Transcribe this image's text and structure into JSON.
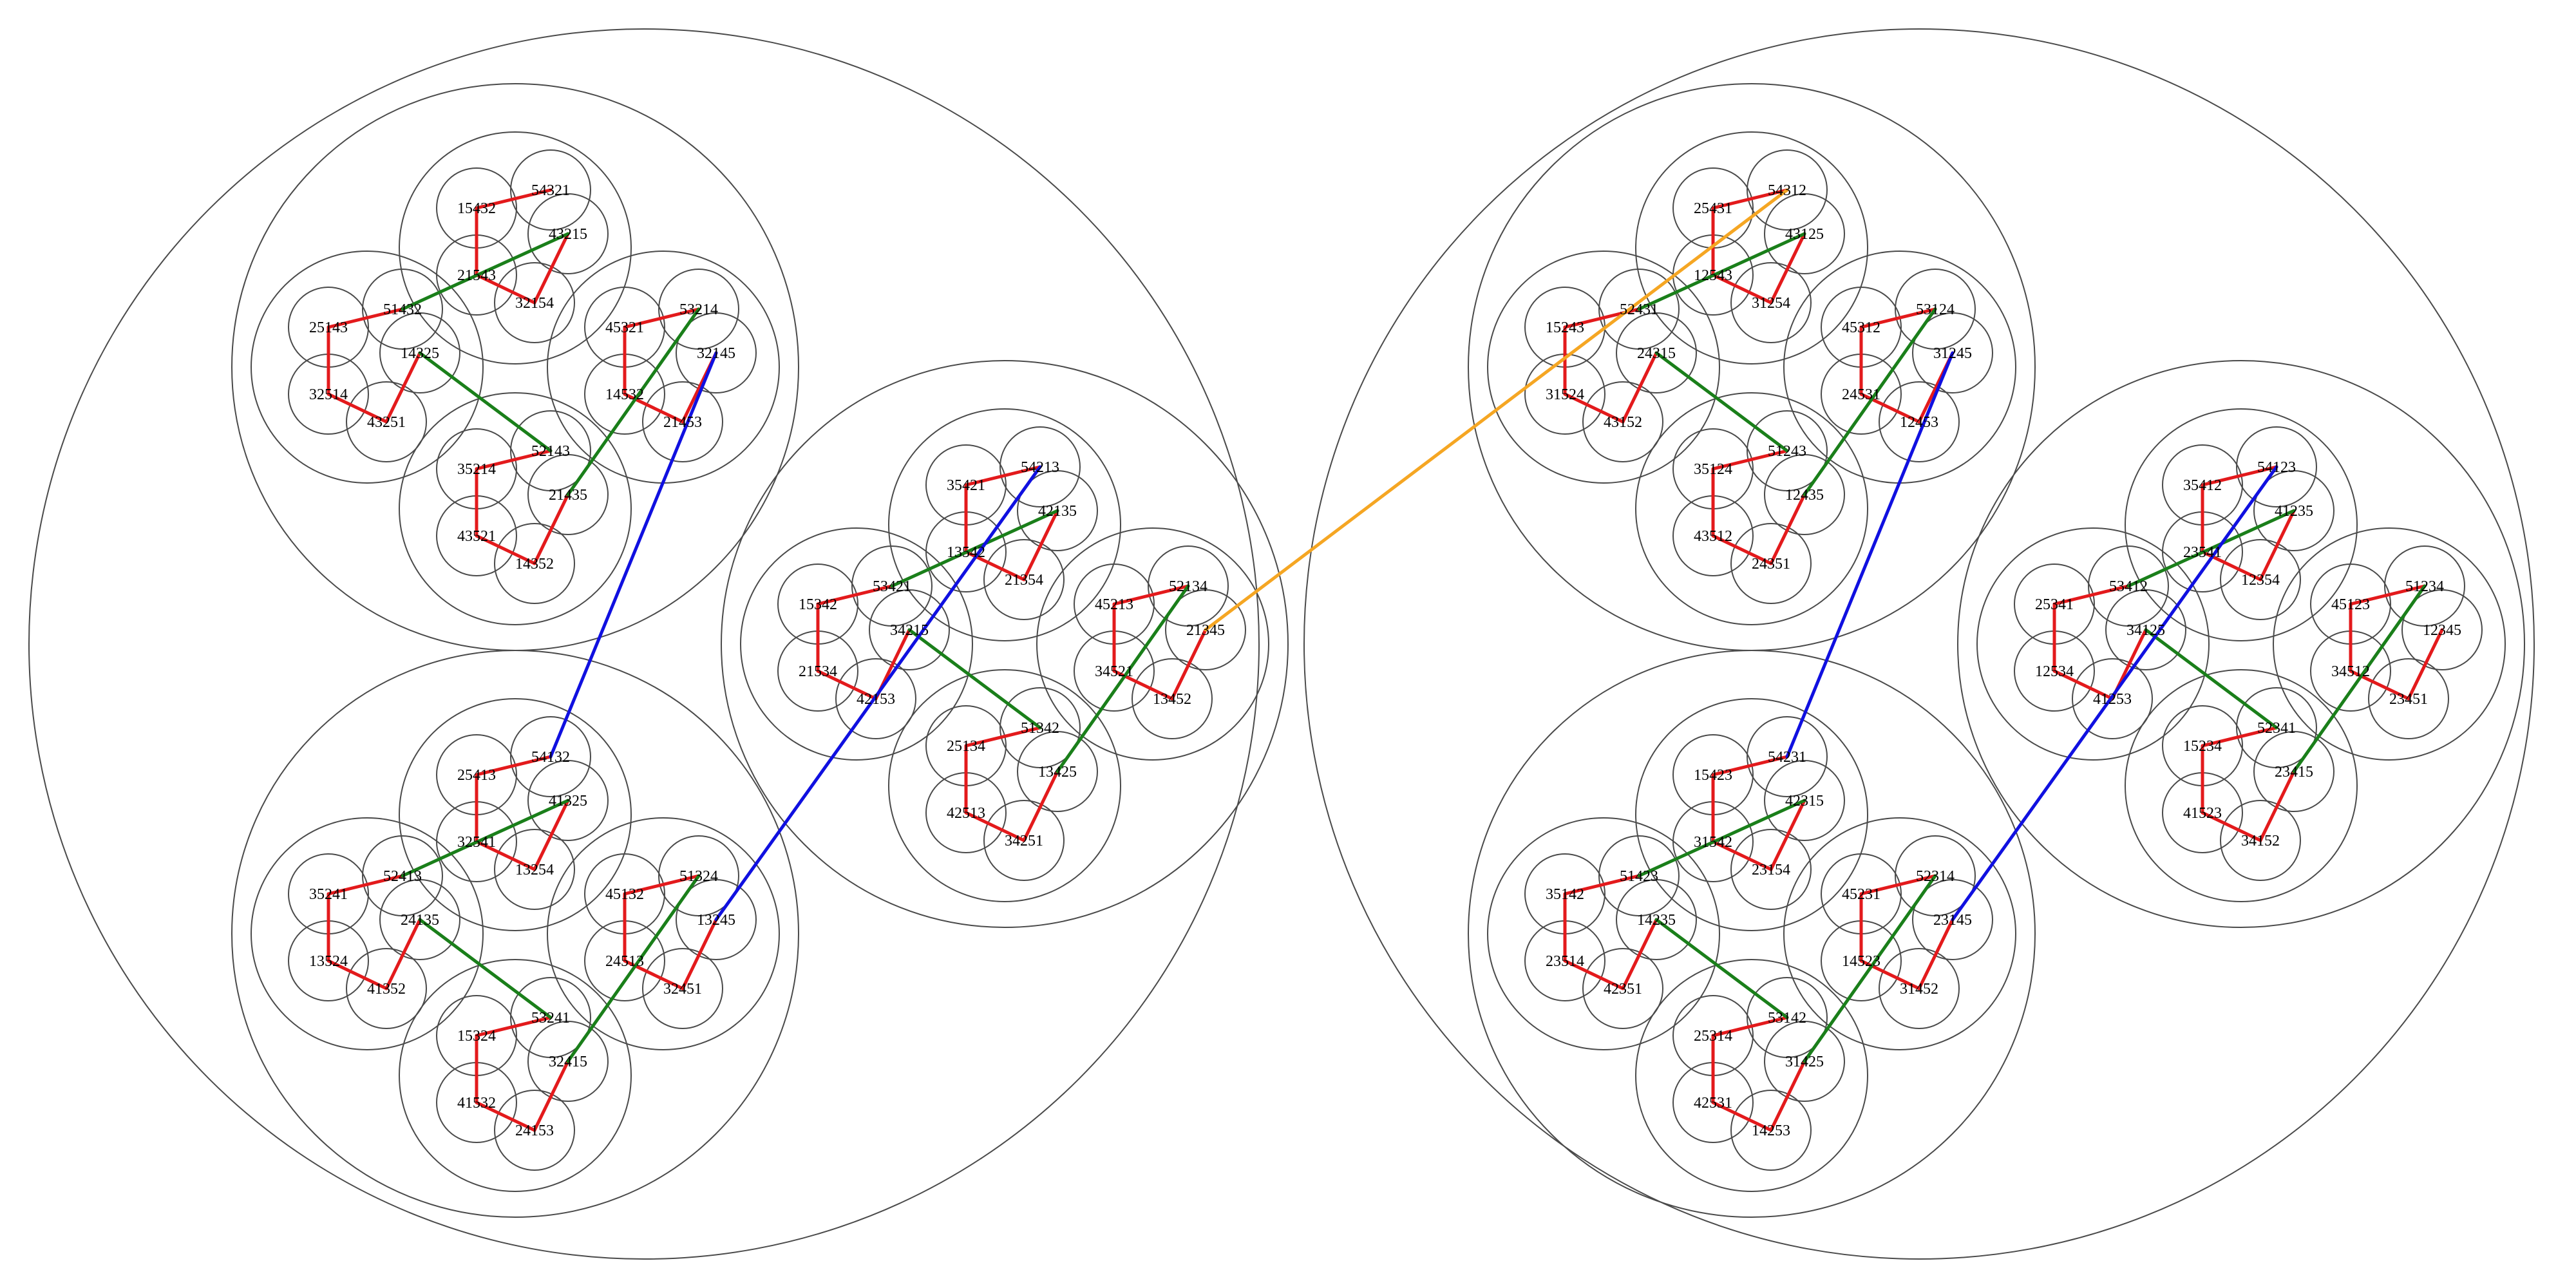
{
  "colors": {
    "red": "#e31a1c",
    "green": "#1a7f1a",
    "blue": "#1010e0",
    "orange": "#f5a623",
    "circle": "#4a4a4a"
  },
  "nodes": [
    {
      "id": "L_TL_T_a",
      "label": "54321"
    },
    {
      "id": "L_TL_T_b",
      "label": "15432"
    },
    {
      "id": "L_TL_T_c",
      "label": "21543"
    },
    {
      "id": "L_TL_T_d",
      "label": "32154"
    },
    {
      "id": "L_TL_T_e",
      "label": "43215"
    },
    {
      "id": "L_TL_L_a",
      "label": "51432"
    },
    {
      "id": "L_TL_L_b",
      "label": "25143"
    },
    {
      "id": "L_TL_L_c",
      "label": "32514"
    },
    {
      "id": "L_TL_L_d",
      "label": "43251"
    },
    {
      "id": "L_TL_L_e",
      "label": "14325"
    },
    {
      "id": "L_TL_R_a",
      "label": "53214"
    },
    {
      "id": "L_TL_R_b",
      "label": "45321"
    },
    {
      "id": "L_TL_R_c",
      "label": "14532"
    },
    {
      "id": "L_TL_R_d",
      "label": "21453"
    },
    {
      "id": "L_TL_R_e",
      "label": "32145"
    },
    {
      "id": "L_TL_B_a",
      "label": "52143"
    },
    {
      "id": "L_TL_B_b",
      "label": "35214"
    },
    {
      "id": "L_TL_B_c",
      "label": "43521"
    },
    {
      "id": "L_TL_B_d",
      "label": "14352"
    },
    {
      "id": "L_TL_B_e",
      "label": "21435"
    },
    {
      "id": "L_BL_T_a",
      "label": "54132"
    },
    {
      "id": "L_BL_T_b",
      "label": "25413"
    },
    {
      "id": "L_BL_T_c",
      "label": "32541"
    },
    {
      "id": "L_BL_T_d",
      "label": "13254"
    },
    {
      "id": "L_BL_T_e",
      "label": "41325"
    },
    {
      "id": "L_BL_L_a",
      "label": "52413"
    },
    {
      "id": "L_BL_L_b",
      "label": "35241"
    },
    {
      "id": "L_BL_L_c",
      "label": "13524"
    },
    {
      "id": "L_BL_L_d",
      "label": "41352"
    },
    {
      "id": "L_BL_L_e",
      "label": "24135"
    },
    {
      "id": "L_BL_R_a",
      "label": "51324"
    },
    {
      "id": "L_BL_R_b",
      "label": "45132"
    },
    {
      "id": "L_BL_R_c",
      "label": "24513"
    },
    {
      "id": "L_BL_R_d",
      "label": "32451"
    },
    {
      "id": "L_BL_R_e",
      "label": "13245"
    },
    {
      "id": "L_BL_B_a",
      "label": "53241"
    },
    {
      "id": "L_BL_B_b",
      "label": "15324"
    },
    {
      "id": "L_BL_B_c",
      "label": "41532"
    },
    {
      "id": "L_BL_B_d",
      "label": "24153"
    },
    {
      "id": "L_BL_B_e",
      "label": "32415"
    },
    {
      "id": "L_R_T_a",
      "label": "54213"
    },
    {
      "id": "L_R_T_b",
      "label": "35421"
    },
    {
      "id": "L_R_T_c",
      "label": "13542"
    },
    {
      "id": "L_R_T_d",
      "label": "21354"
    },
    {
      "id": "L_R_T_e",
      "label": "42135"
    },
    {
      "id": "L_R_L_a",
      "label": "53421"
    },
    {
      "id": "L_R_L_b",
      "label": "15342"
    },
    {
      "id": "L_R_L_c",
      "label": "21534"
    },
    {
      "id": "L_R_L_d",
      "label": "42153"
    },
    {
      "id": "L_R_L_e",
      "label": "34215"
    },
    {
      "id": "L_R_R_a",
      "label": "52134"
    },
    {
      "id": "L_R_R_b",
      "label": "45213"
    },
    {
      "id": "L_R_R_c",
      "label": "34521"
    },
    {
      "id": "L_R_R_d",
      "label": "13452"
    },
    {
      "id": "L_R_R_e",
      "label": "21345"
    },
    {
      "id": "L_R_B_a",
      "label": "51342"
    },
    {
      "id": "L_R_B_b",
      "label": "25134"
    },
    {
      "id": "L_R_B_c",
      "label": "42513"
    },
    {
      "id": "L_R_B_d",
      "label": "34251"
    },
    {
      "id": "L_R_B_e",
      "label": "13425"
    },
    {
      "id": "R_TL_T_a",
      "label": "54312"
    },
    {
      "id": "R_TL_T_b",
      "label": "25431"
    },
    {
      "id": "R_TL_T_c",
      "label": "12543"
    },
    {
      "id": "R_TL_T_d",
      "label": "31254"
    },
    {
      "id": "R_TL_T_e",
      "label": "43125"
    },
    {
      "id": "R_TL_L_a",
      "label": "52431"
    },
    {
      "id": "R_TL_L_b",
      "label": "15243"
    },
    {
      "id": "R_TL_L_c",
      "label": "31524"
    },
    {
      "id": "R_TL_L_d",
      "label": "43152"
    },
    {
      "id": "R_TL_L_e",
      "label": "24315"
    },
    {
      "id": "R_TL_R_a",
      "label": "53124"
    },
    {
      "id": "R_TL_R_b",
      "label": "45312"
    },
    {
      "id": "R_TL_R_c",
      "label": "24531"
    },
    {
      "id": "R_TL_R_d",
      "label": "12453"
    },
    {
      "id": "R_TL_R_e",
      "label": "31245"
    },
    {
      "id": "R_TL_B_a",
      "label": "51243"
    },
    {
      "id": "R_TL_B_b",
      "label": "35124"
    },
    {
      "id": "R_TL_B_c",
      "label": "43512"
    },
    {
      "id": "R_TL_B_d",
      "label": "24351"
    },
    {
      "id": "R_TL_B_e",
      "label": "12435"
    },
    {
      "id": "R_BL_T_a",
      "label": "54231"
    },
    {
      "id": "R_BL_T_b",
      "label": "15423"
    },
    {
      "id": "R_BL_T_c",
      "label": "31542"
    },
    {
      "id": "R_BL_T_d",
      "label": "23154"
    },
    {
      "id": "R_BL_T_e",
      "label": "42315"
    },
    {
      "id": "R_BL_L_a",
      "label": "51423"
    },
    {
      "id": "R_BL_L_b",
      "label": "35142"
    },
    {
      "id": "R_BL_L_c",
      "label": "23514"
    },
    {
      "id": "R_BL_L_d",
      "label": "42351"
    },
    {
      "id": "R_BL_L_e",
      "label": "14235"
    },
    {
      "id": "R_BL_R_a",
      "label": "52314"
    },
    {
      "id": "R_BL_R_b",
      "label": "45231"
    },
    {
      "id": "R_BL_R_c",
      "label": "14523"
    },
    {
      "id": "R_BL_R_d",
      "label": "31452"
    },
    {
      "id": "R_BL_R_e",
      "label": "23145"
    },
    {
      "id": "R_BL_B_a",
      "label": "53142"
    },
    {
      "id": "R_BL_B_b",
      "label": "25314"
    },
    {
      "id": "R_BL_B_c",
      "label": "42531"
    },
    {
      "id": "R_BL_B_d",
      "label": "14253"
    },
    {
      "id": "R_BL_B_e",
      "label": "31425"
    },
    {
      "id": "R_R_T_a",
      "label": "54123"
    },
    {
      "id": "R_R_T_b",
      "label": "35412"
    },
    {
      "id": "R_R_T_c",
      "label": "23541"
    },
    {
      "id": "R_R_T_d",
      "label": "12354"
    },
    {
      "id": "R_R_T_e",
      "label": "41235"
    },
    {
      "id": "R_R_L_a",
      "label": "53412"
    },
    {
      "id": "R_R_L_b",
      "label": "25341"
    },
    {
      "id": "R_R_L_c",
      "label": "12534"
    },
    {
      "id": "R_R_L_d",
      "label": "41253"
    },
    {
      "id": "R_R_L_e",
      "label": "34125"
    },
    {
      "id": "R_R_R_a",
      "label": "51234"
    },
    {
      "id": "R_R_R_b",
      "label": "45123"
    },
    {
      "id": "R_R_R_c",
      "label": "34512"
    },
    {
      "id": "R_R_R_d",
      "label": "23451"
    },
    {
      "id": "R_R_R_e",
      "label": "12345"
    },
    {
      "id": "R_R_B_a",
      "label": "52341"
    },
    {
      "id": "R_R_B_b",
      "label": "15234"
    },
    {
      "id": "R_R_B_c",
      "label": "41523"
    },
    {
      "id": "R_R_B_d",
      "label": "34152"
    },
    {
      "id": "R_R_B_e",
      "label": "23415"
    }
  ],
  "edges_red_chains": [
    [
      "L_TL_T_a",
      "L_TL_T_b",
      "L_TL_T_c",
      "L_TL_T_d",
      "L_TL_T_e"
    ],
    [
      "L_TL_L_a",
      "L_TL_L_b",
      "L_TL_L_c",
      "L_TL_L_d",
      "L_TL_L_e"
    ],
    [
      "L_TL_R_a",
      "L_TL_R_b",
      "L_TL_R_c",
      "L_TL_R_d",
      "L_TL_R_e"
    ],
    [
      "L_TL_B_a",
      "L_TL_B_b",
      "L_TL_B_c",
      "L_TL_B_d",
      "L_TL_B_e"
    ],
    [
      "L_BL_T_a",
      "L_BL_T_b",
      "L_BL_T_c",
      "L_BL_T_d",
      "L_BL_T_e"
    ],
    [
      "L_BL_L_a",
      "L_BL_L_b",
      "L_BL_L_c",
      "L_BL_L_d",
      "L_BL_L_e"
    ],
    [
      "L_BL_R_a",
      "L_BL_R_b",
      "L_BL_R_c",
      "L_BL_R_d",
      "L_BL_R_e"
    ],
    [
      "L_BL_B_a",
      "L_BL_B_b",
      "L_BL_B_c",
      "L_BL_B_d",
      "L_BL_B_e"
    ],
    [
      "L_R_T_a",
      "L_R_T_b",
      "L_R_T_c",
      "L_R_T_d",
      "L_R_T_e"
    ],
    [
      "L_R_L_a",
      "L_R_L_b",
      "L_R_L_c",
      "L_R_L_d",
      "L_R_L_e"
    ],
    [
      "L_R_R_a",
      "L_R_R_b",
      "L_R_R_c",
      "L_R_R_d",
      "L_R_R_e"
    ],
    [
      "L_R_B_a",
      "L_R_B_b",
      "L_R_B_c",
      "L_R_B_d",
      "L_R_B_e"
    ],
    [
      "R_TL_T_a",
      "R_TL_T_b",
      "R_TL_T_c",
      "R_TL_T_d",
      "R_TL_T_e"
    ],
    [
      "R_TL_L_a",
      "R_TL_L_b",
      "R_TL_L_c",
      "R_TL_L_d",
      "R_TL_L_e"
    ],
    [
      "R_TL_R_a",
      "R_TL_R_b",
      "R_TL_R_c",
      "R_TL_R_d",
      "R_TL_R_e"
    ],
    [
      "R_TL_B_a",
      "R_TL_B_b",
      "R_TL_B_c",
      "R_TL_B_d",
      "R_TL_B_e"
    ],
    [
      "R_BL_T_a",
      "R_BL_T_b",
      "R_BL_T_c",
      "R_BL_T_d",
      "R_BL_T_e"
    ],
    [
      "R_BL_L_a",
      "R_BL_L_b",
      "R_BL_L_c",
      "R_BL_L_d",
      "R_BL_L_e"
    ],
    [
      "R_BL_R_a",
      "R_BL_R_b",
      "R_BL_R_c",
      "R_BL_R_d",
      "R_BL_R_e"
    ],
    [
      "R_BL_B_a",
      "R_BL_B_b",
      "R_BL_B_c",
      "R_BL_B_d",
      "R_BL_B_e"
    ],
    [
      "R_R_T_a",
      "R_R_T_b",
      "R_R_T_c",
      "R_R_T_d",
      "R_R_T_e"
    ],
    [
      "R_R_L_a",
      "R_R_L_b",
      "R_R_L_c",
      "R_R_L_d",
      "R_R_L_e"
    ],
    [
      "R_R_R_a",
      "R_R_R_b",
      "R_R_R_c",
      "R_R_R_d",
      "R_R_R_e"
    ],
    [
      "R_R_B_a",
      "R_R_B_b",
      "R_R_B_c",
      "R_R_B_d",
      "R_R_B_e"
    ]
  ],
  "edges_green": [
    [
      "L_TL_T_e",
      "L_TL_L_a"
    ],
    [
      "L_TL_L_e",
      "L_TL_B_a"
    ],
    [
      "L_TL_R_a",
      "L_TL_B_e"
    ],
    [
      "L_BL_T_e",
      "L_BL_L_a"
    ],
    [
      "L_BL_L_e",
      "L_BL_B_a"
    ],
    [
      "L_BL_R_a",
      "L_BL_B_e"
    ],
    [
      "L_R_T_e",
      "L_R_L_a"
    ],
    [
      "L_R_L_e",
      "L_R_B_a"
    ],
    [
      "L_R_R_a",
      "L_R_B_e"
    ],
    [
      "R_TL_T_e",
      "R_TL_L_a"
    ],
    [
      "R_TL_L_e",
      "R_TL_B_a"
    ],
    [
      "R_TL_R_a",
      "R_TL_B_e"
    ],
    [
      "R_BL_T_e",
      "R_BL_L_a"
    ],
    [
      "R_BL_L_e",
      "R_BL_B_a"
    ],
    [
      "R_BL_R_a",
      "R_BL_B_e"
    ],
    [
      "R_R_T_e",
      "R_R_L_a"
    ],
    [
      "R_R_L_e",
      "R_R_B_a"
    ],
    [
      "R_R_R_a",
      "R_R_B_e"
    ]
  ],
  "edges_blue": [
    [
      "L_TL_R_e",
      "L_BL_T_a"
    ],
    [
      "L_BL_R_e",
      "L_R_T_a"
    ],
    [
      "R_TL_R_e",
      "R_BL_T_a"
    ],
    [
      "R_BL_R_e",
      "R_R_T_a"
    ]
  ],
  "edges_orange": [
    [
      "L_R_R_e",
      "R_TL_T_a"
    ]
  ]
}
